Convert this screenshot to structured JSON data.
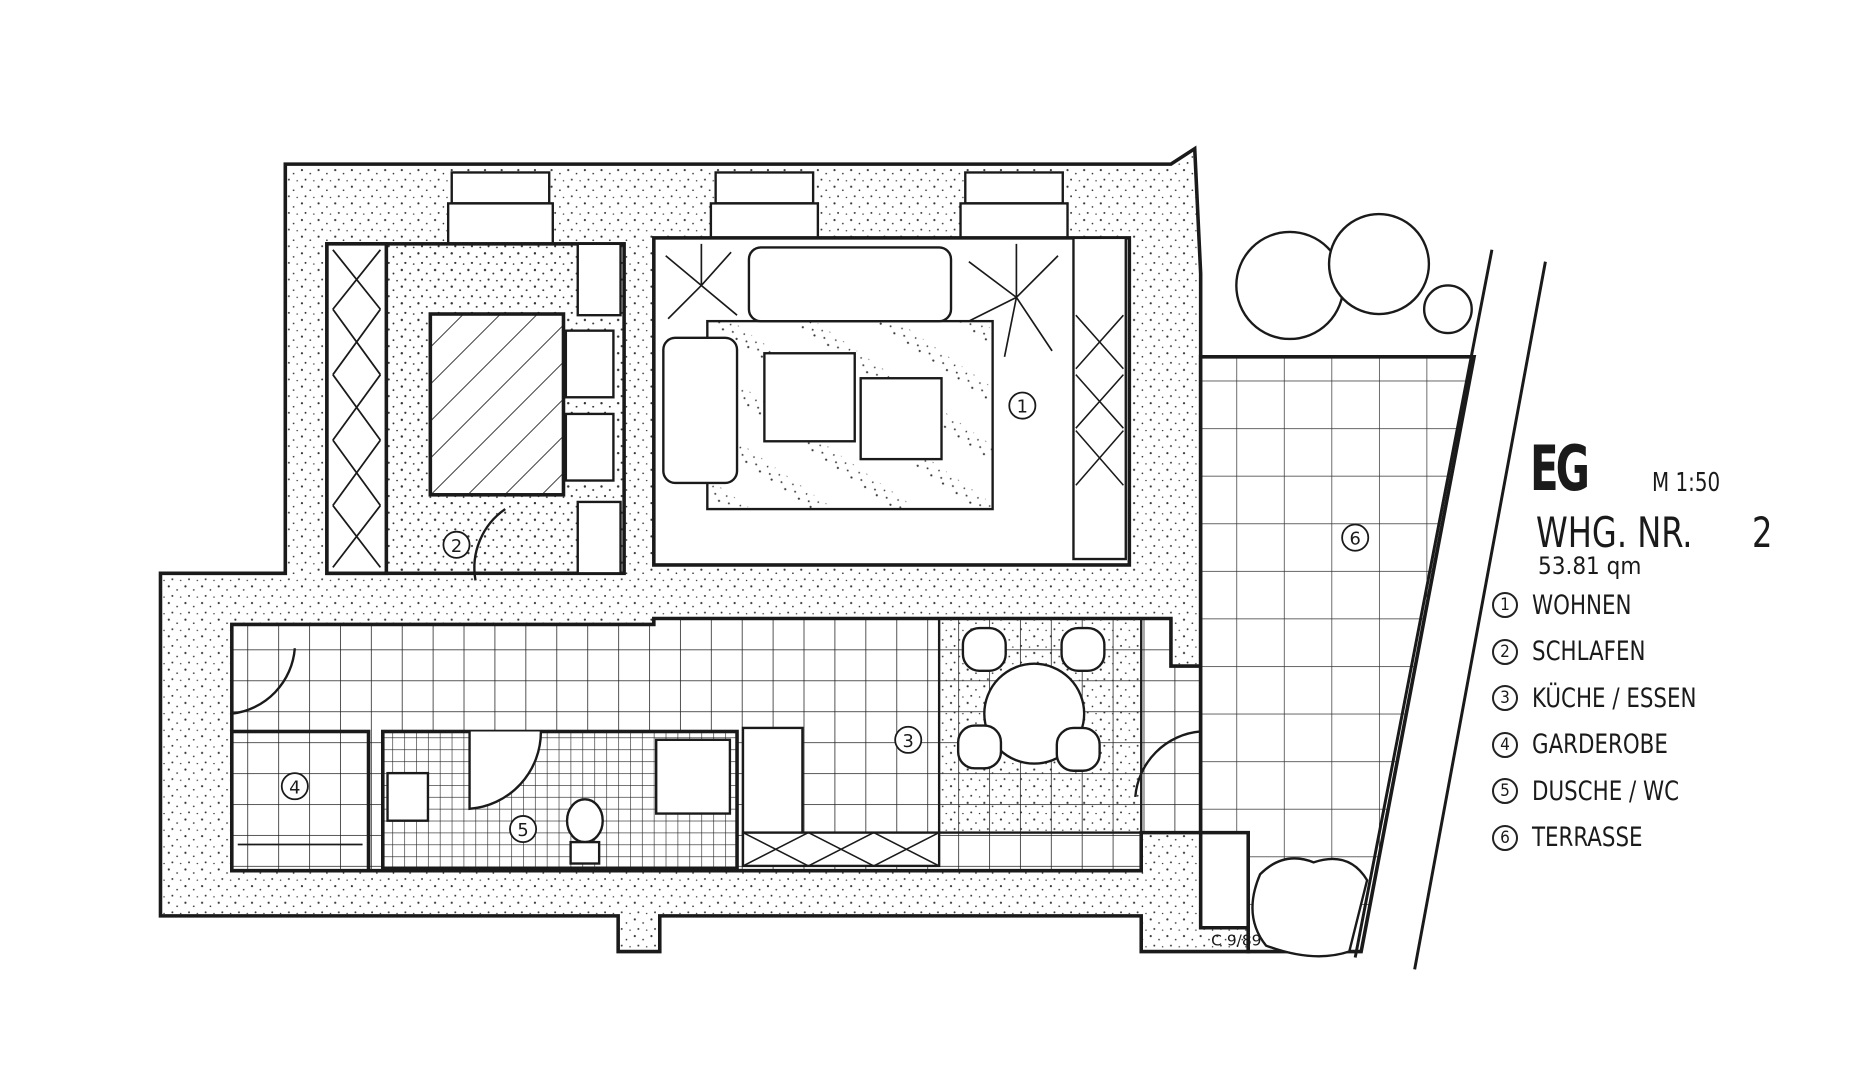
{
  "title": {
    "floor": "EG",
    "scale": "M 1:50",
    "apartment_label": "WHG. NR.",
    "apartment_number": "2",
    "area": "53.81 qm"
  },
  "rooms": [
    {
      "number": "1",
      "name": "WOHNEN"
    },
    {
      "number": "2",
      "name": "SCHLAFEN"
    },
    {
      "number": "3",
      "name": "KÜCHE / ESSEN"
    },
    {
      "number": "4",
      "name": "GARDEROBE"
    },
    {
      "number": "5",
      "name": "DUSCHE / WC"
    },
    {
      "number": "6",
      "name": "TERRASSE"
    }
  ],
  "signature": "C 9/89",
  "colors": {
    "ink": "#1a1a1a",
    "paper": "#ffffff"
  }
}
